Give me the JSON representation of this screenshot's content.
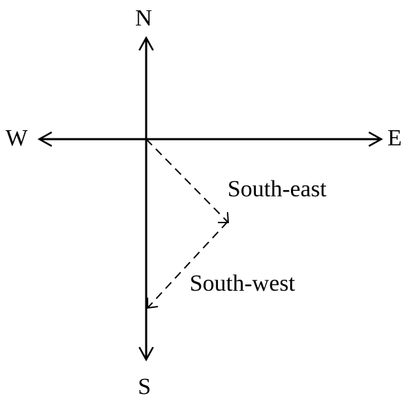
{
  "compass": {
    "north": "N",
    "south": "S",
    "west": "W",
    "east": "E"
  },
  "paths": {
    "south_east": "South-east",
    "south_west": "South-west"
  },
  "colors": {
    "stroke": "#000000",
    "background": "#ffffff"
  }
}
